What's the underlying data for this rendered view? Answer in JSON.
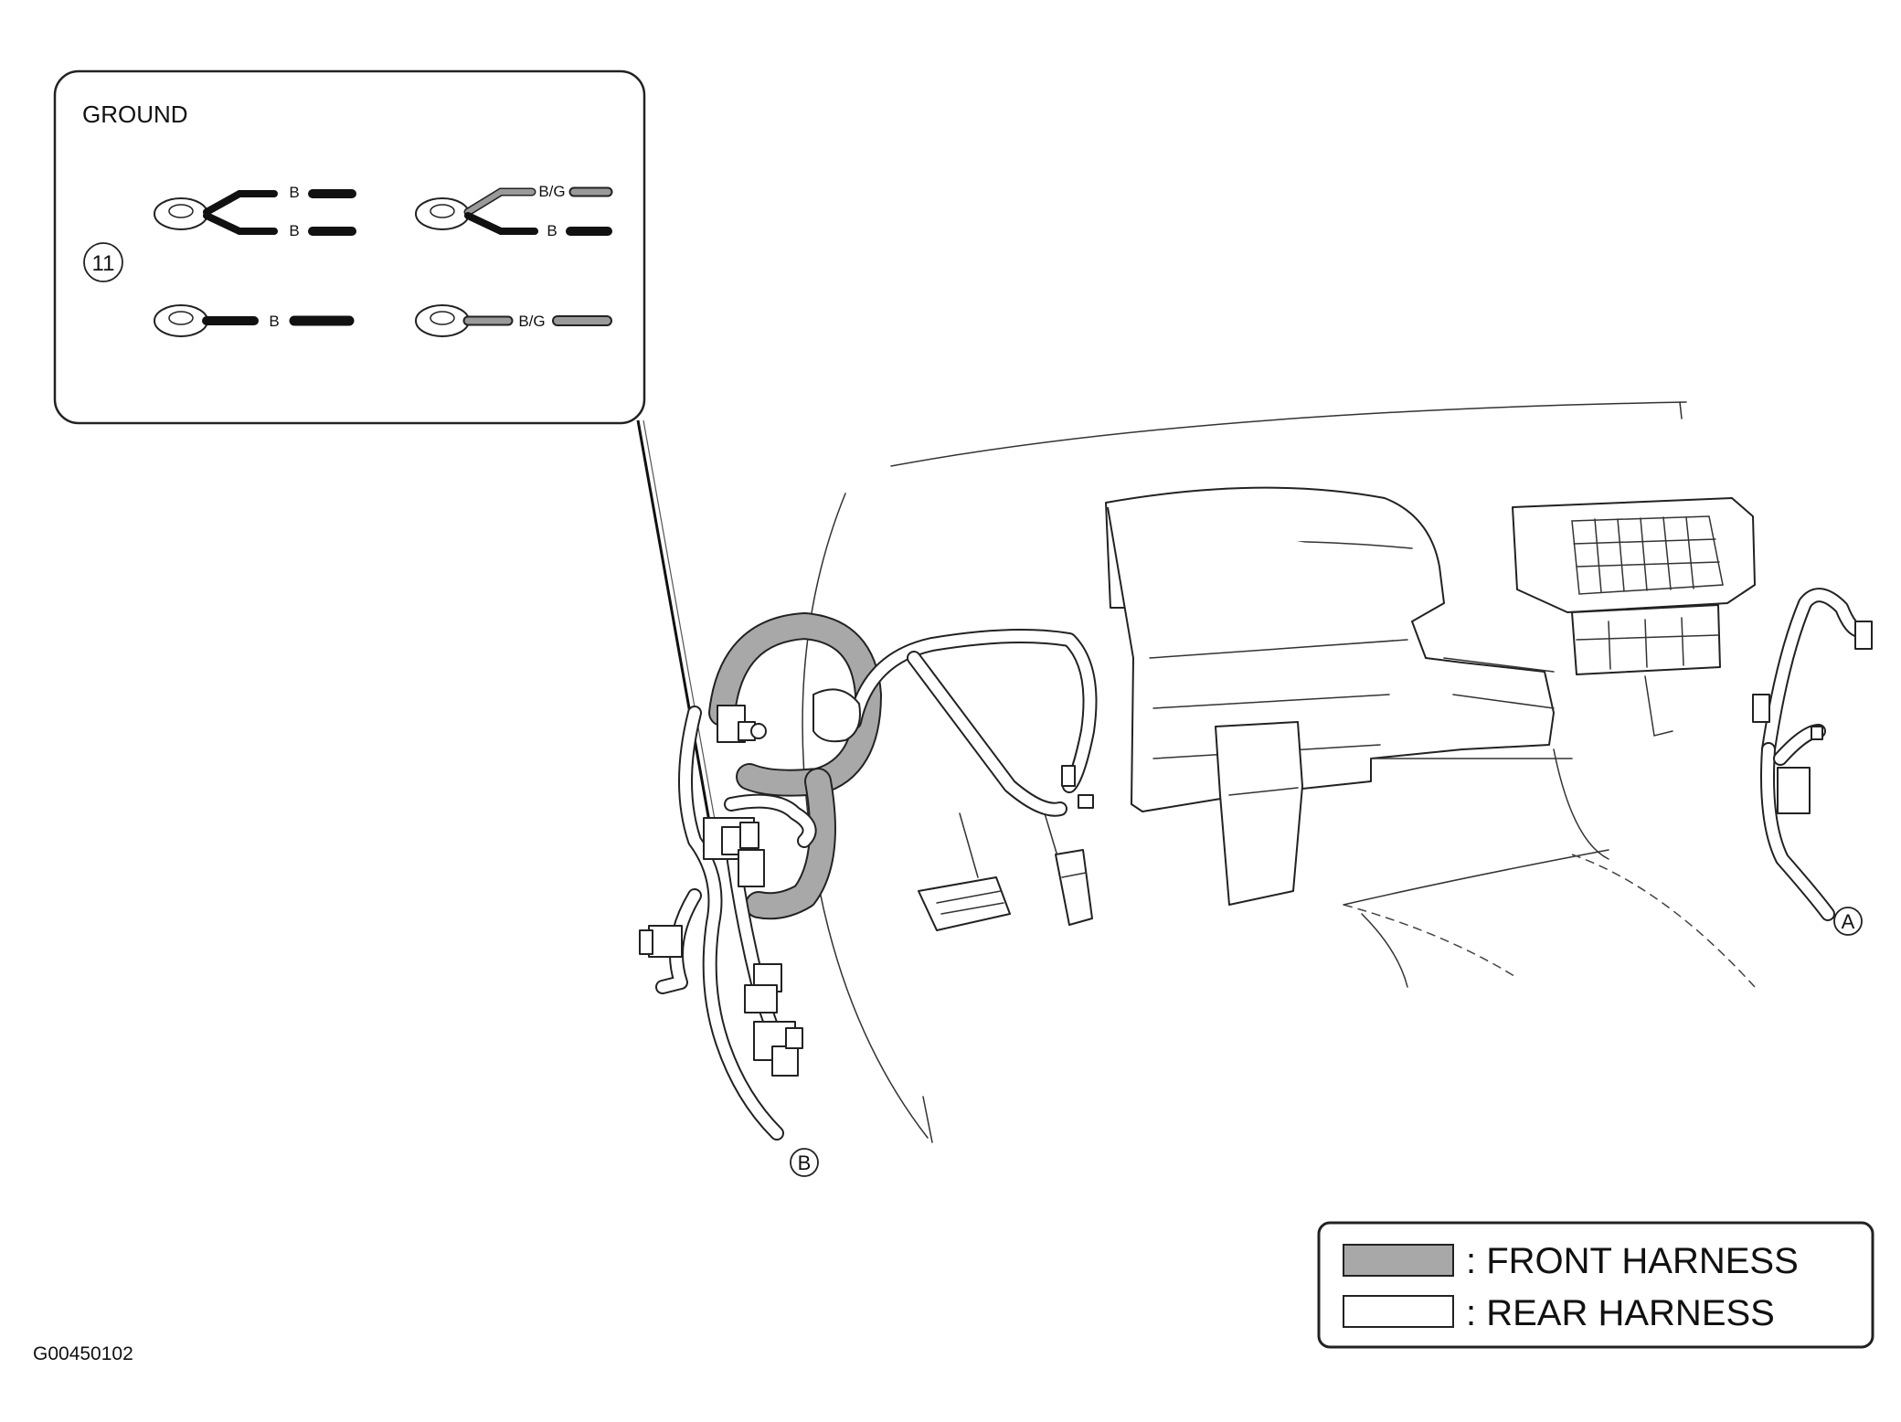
{
  "inset": {
    "title": "GROUND",
    "callout_number": "11",
    "terminals": [
      {
        "wires": [
          "B",
          "B"
        ]
      },
      {
        "wires": [
          "B/G",
          "B"
        ]
      },
      {
        "wires": [
          "B"
        ]
      },
      {
        "wires": [
          "B/G"
        ]
      }
    ],
    "wire_colors": {
      "B": "#111111",
      "B/G": "#9a9a9a"
    }
  },
  "callouts": {
    "a": "A",
    "b": "B"
  },
  "legend": {
    "front_label": ": FRONT HARNESS",
    "rear_label": ": REAR HARNESS",
    "front_color": "#a8a8a8",
    "rear_color": "#ffffff"
  },
  "figure_code": "G00450102"
}
